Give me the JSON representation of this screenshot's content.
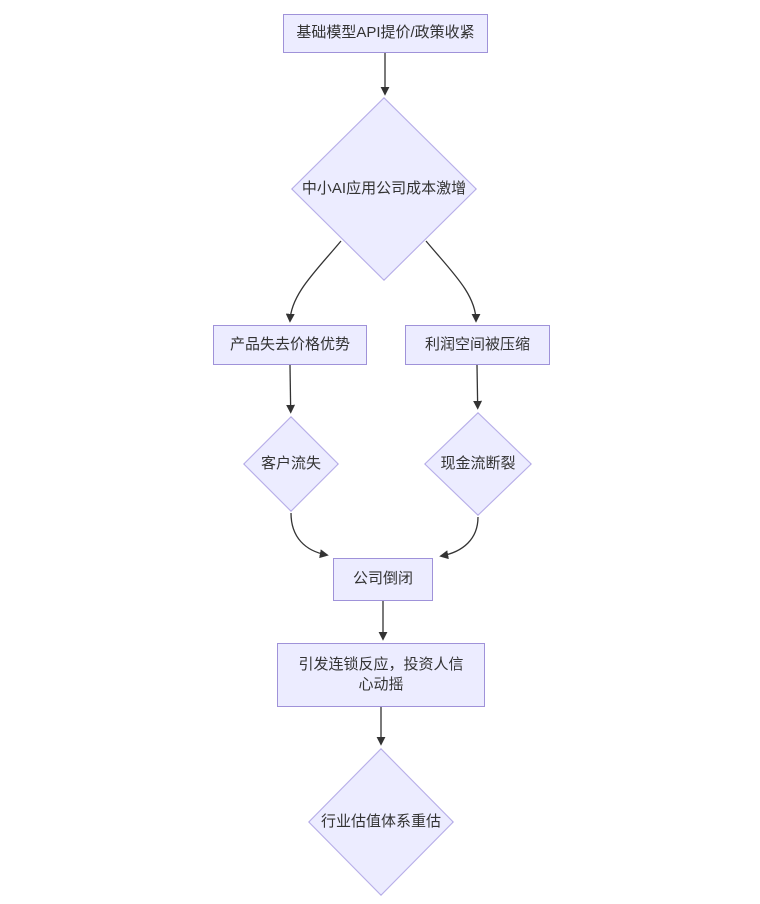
{
  "diagram": {
    "type": "flowchart",
    "direction": "top-down",
    "colors": {
      "background": "#ffffff",
      "node_fill": "#ECECFF",
      "rect_border": "#9f92d9",
      "diamond_border": "#b7aee8",
      "edge_color": "#333333",
      "text_color": "#333333"
    },
    "nodes": {
      "root_cause": {
        "shape": "rectangle",
        "label": "基础模型API提价/政策收紧"
      },
      "cost_surge": {
        "shape": "diamond",
        "label": "中小AI应用公司成本激增"
      },
      "price_advantage": {
        "shape": "rectangle",
        "label": "产品失去价格优势"
      },
      "profit_squeeze": {
        "shape": "rectangle",
        "label": "利润空间被压缩"
      },
      "customer_churn": {
        "shape": "diamond",
        "label": "客户流失"
      },
      "cashflow_break": {
        "shape": "diamond",
        "label": "现金流断裂"
      },
      "company_collapse": {
        "shape": "rectangle",
        "label": "公司倒闭"
      },
      "chain_reaction": {
        "shape": "rectangle",
        "label": "引发连锁反应，投资人信心动摇"
      },
      "revaluation": {
        "shape": "diamond",
        "label": "行业估值体系重估"
      }
    },
    "edges": [
      {
        "from": "root_cause",
        "to": "cost_surge"
      },
      {
        "from": "cost_surge",
        "to": "price_advantage"
      },
      {
        "from": "cost_surge",
        "to": "profit_squeeze"
      },
      {
        "from": "price_advantage",
        "to": "customer_churn"
      },
      {
        "from": "profit_squeeze",
        "to": "cashflow_break"
      },
      {
        "from": "customer_churn",
        "to": "company_collapse"
      },
      {
        "from": "cashflow_break",
        "to": "company_collapse"
      },
      {
        "from": "company_collapse",
        "to": "chain_reaction"
      },
      {
        "from": "chain_reaction",
        "to": "revaluation"
      }
    ]
  }
}
